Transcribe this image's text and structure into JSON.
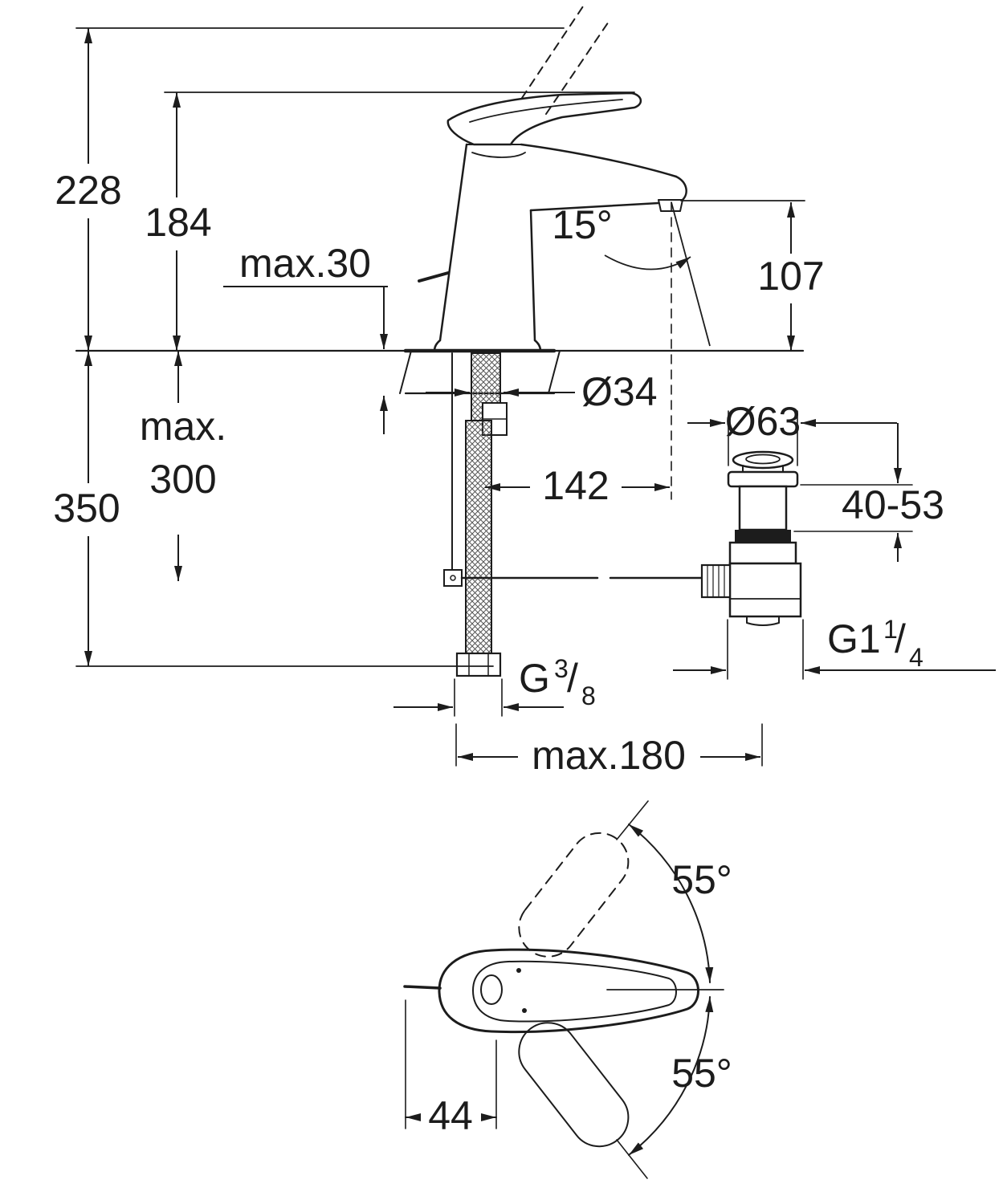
{
  "side_view": {
    "total_height": "228",
    "body_height": "184",
    "deck_thickness": "max.30",
    "spout_angle": "15°",
    "spout_height": "107",
    "hole_diameter": "Ø34",
    "hose_length_line1": "max.",
    "hose_length_line2": "300",
    "below_deck_depth": "350",
    "spout_reach": "142",
    "waste_flange_diameter": "Ø63",
    "waste_mount_range": "40-53",
    "waste_thread": {
      "base": "G1",
      "num": "1",
      "slash": "/",
      "den": "4"
    },
    "supply_thread": {
      "base": "G",
      "num": "3",
      "slash": "/",
      "den": "8"
    },
    "center_distance": "max.180"
  },
  "top_view": {
    "swing_angle_upper": "55°",
    "swing_angle_lower": "55°",
    "handle_pin_offset": "44"
  },
  "colors": {
    "line": "#1c1c1c",
    "background": "#ffffff"
  }
}
